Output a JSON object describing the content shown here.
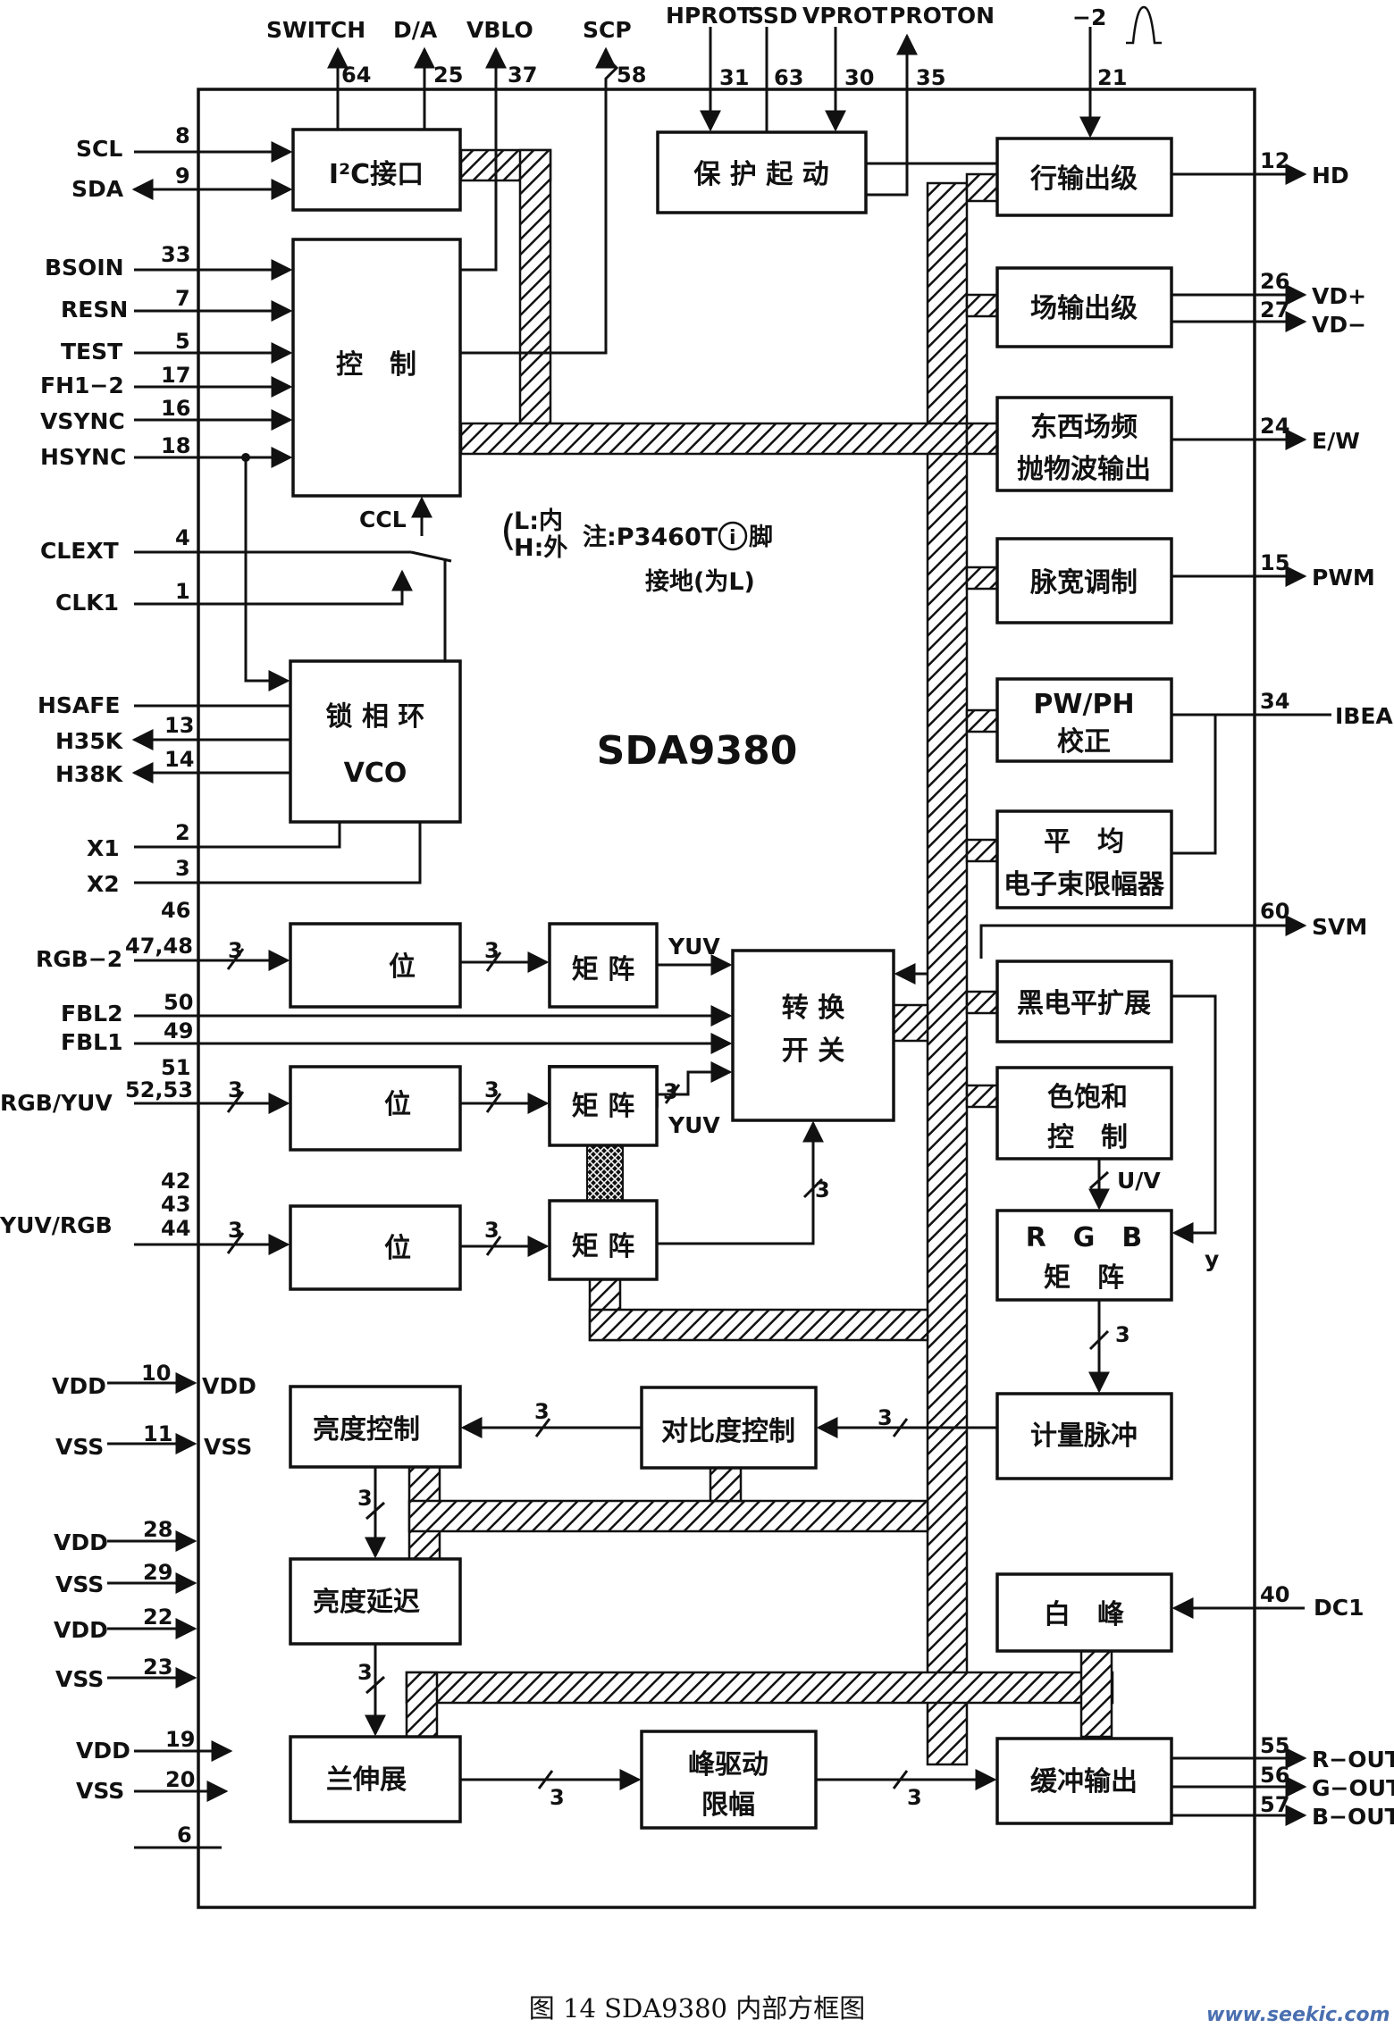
{
  "chip": {
    "name": "SDA9380"
  },
  "note": {
    "bracket_l": "L:内",
    "bracket_h": "H:外",
    "line1": "注:P3460T",
    "pin_glyph": "i",
    "line1_suffix": "脚",
    "line2": "接地(为L)"
  },
  "caption": "图 14   SDA9380 内部方框图",
  "watermark": "www.seekic.com",
  "blocks": {
    "i2c": "I²C接口",
    "control": "控　制",
    "protect": "保 护 起 动",
    "hout": "行输出级",
    "vout": "场输出级",
    "ew_1": "东西场频",
    "ew_2": "抛物波输出",
    "pwm": "脉宽调制",
    "pwph_1": "PW/PH",
    "pwph_2": "校正",
    "abl_1": "平　均",
    "abl_2": "电子束限幅器",
    "pll_1": "锁 相 环",
    "pll_2": "VCO",
    "bit_1": "位",
    "bit_2": "位",
    "bit_3": "位",
    "matrix_1": "矩 阵",
    "matrix_2": "矩 阵",
    "matrix_3": "矩 阵",
    "switch_1": "转 换",
    "switch_2": "开 关",
    "black": "黑电平扩展",
    "sat_1": "色饱和",
    "sat_2": "控　制",
    "rgbm_1": "R　G　B",
    "rgbm_2": "矩　阵",
    "meas": "计量脉冲",
    "bright": "亮度控制",
    "contrast": "对比度控制",
    "bdelay": "亮度延迟",
    "white": "白　峰",
    "blue": "兰伸展",
    "peak_1": "峰驱动",
    "peak_2": "限幅",
    "buffer": "缓冲输出"
  },
  "pins": {
    "left": [
      {
        "name": "SCL",
        "num": "8"
      },
      {
        "name": "SDA",
        "num": "9"
      },
      {
        "name": "BSOIN",
        "num": "33"
      },
      {
        "name": "RESN",
        "num": "7"
      },
      {
        "name": "TEST",
        "num": "5"
      },
      {
        "name": "FH1−2",
        "num": "17"
      },
      {
        "name": "VSYNC",
        "num": "16"
      },
      {
        "name": "HSYNC",
        "num": "18"
      },
      {
        "name": "CLEXT",
        "num": "4"
      },
      {
        "name": "CLK1",
        "num": "1"
      },
      {
        "name": "HSAFE",
        "num": ""
      },
      {
        "name": "H35K",
        "num": "13"
      },
      {
        "name": "H38K",
        "num": "14"
      },
      {
        "name": "X1",
        "num": "2"
      },
      {
        "name": "X2",
        "num": "3"
      },
      {
        "name": "RGB−2",
        "num": "47,48"
      },
      {
        "name": "FBL2",
        "num": "50"
      },
      {
        "name": "FBL1",
        "num": "49"
      },
      {
        "name": "RGB/YUV",
        "num": "52,53"
      },
      {
        "name": "YUV/RGB",
        "num": "44"
      },
      {
        "name": "VDD",
        "num": "10"
      },
      {
        "name": "VSS",
        "num": "11"
      },
      {
        "name": "VDD",
        "num": "28"
      },
      {
        "name": "VSS",
        "num": "29"
      },
      {
        "name": "VDD",
        "num": "22"
      },
      {
        "name": "VSS",
        "num": "23"
      },
      {
        "name": "VDD",
        "num": "19"
      },
      {
        "name": "VSS",
        "num": "20"
      },
      {
        "name": "",
        "num": "6"
      }
    ],
    "left_extra": {
      "n46": "46",
      "n51": "51",
      "n42": "42",
      "n43": "43"
    },
    "top": [
      {
        "name": "SWITCH",
        "num": "64"
      },
      {
        "name": "D/A",
        "num": "25"
      },
      {
        "name": "VBLO",
        "num": "37"
      },
      {
        "name": "SCP",
        "num": "58"
      },
      {
        "name": "HPROT",
        "num": "31"
      },
      {
        "name": "SSD",
        "num": "63"
      },
      {
        "name": "VPROT",
        "num": "30"
      },
      {
        "name": "PROTON",
        "num": "35"
      },
      {
        "name": "−2",
        "num": "21"
      }
    ],
    "right": [
      {
        "name": "HD",
        "num": "12"
      },
      {
        "name": "VD+",
        "num": "26"
      },
      {
        "name": "VD−",
        "num": "27"
      },
      {
        "name": "E/W",
        "num": "24"
      },
      {
        "name": "PWM",
        "num": "15"
      },
      {
        "name": "IBEAM",
        "num": "34"
      },
      {
        "name": "SVM",
        "num": "60"
      },
      {
        "name": "DC1",
        "num": "40"
      },
      {
        "name": "R−OUT",
        "num": "55"
      },
      {
        "name": "G−OUT",
        "num": "56"
      },
      {
        "name": "B−OUT",
        "num": "57"
      }
    ]
  },
  "inner_labels": {
    "vdd": "VDD",
    "vss": "VSS",
    "ccl": "CCL",
    "yuv_a": "YUV",
    "yuv_b": "YUV",
    "uv": "U/V",
    "y": "y",
    "bus3": "3"
  }
}
